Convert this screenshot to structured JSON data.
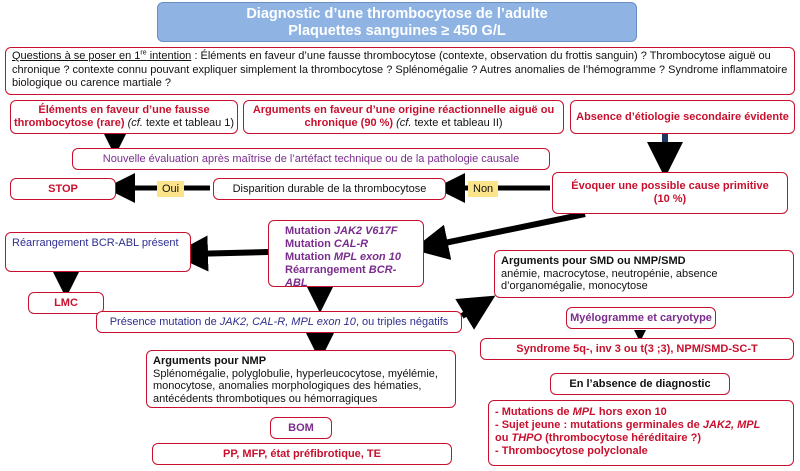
{
  "title": {
    "line1": "Diagnostic d’une thrombocytose de l’adulte",
    "line2": "Plaquettes sanguines ≥ 450 G/L"
  },
  "questions": {
    "lead": "Questions à se poser en 1",
    "sup": "re",
    "lead_tail": " intention",
    "text": " : Éléments en faveur d’une fausse thrombocytose (contexte, observation du frottis sanguin) ? Thrombocytose aiguë ou chronique ? contexte connu pouvant expliquer simplement la thrombocytose ? Splénomégalie ? Autres anomalies de l’hémogramme ? Syndrome inflammatoire biologique ou carence martiale ?"
  },
  "fausse": {
    "red": "Éléments en faveur d’une fausse thrombocytose (rare)",
    "cf": " (cf.",
    "rest": " texte et tableau 1)"
  },
  "reactionnelle": {
    "red": "Arguments en faveur d’une origine réactionnelle aiguë ou chronique (90 %)",
    "cf": " (cf.",
    "rest": " texte et tableau II)"
  },
  "absence": {
    "text": "Absence d’étiologie secondaire évidente"
  },
  "nouvelle": {
    "text": "Nouvelle évaluation après maîtrise de l’artéfact technique ou de la pathologie causale"
  },
  "stop": {
    "text": "STOP"
  },
  "oui": {
    "text": "Oui"
  },
  "non": {
    "text": "Non"
  },
  "disparition": {
    "text": "Disparition durable de la thrombocytose"
  },
  "evoquer": {
    "line1": "Évoquer une possible cause primitive",
    "line2": "(10 %)"
  },
  "mutations": {
    "l1a": "Mutation ",
    "l1b": "JAK2 V617F",
    "l2a": "Mutation ",
    "l2b": "CAL-R",
    "l3a": "Mutation ",
    "l3b": "MPL exon 10",
    "l4a": "Réarrangement ",
    "l4b": "BCR-ABL"
  },
  "bcr": {
    "text": "Réarrangement BCR-ABL présent"
  },
  "lmc": {
    "text": "LMC"
  },
  "smd": {
    "title": "Arguments pour SMD ou NMP/SMD",
    "text": "anémie, macrocytose, neutropénie, absence d’organomégalie, monocytose"
  },
  "myelogramme": {
    "text": "Myélogramme et caryotype"
  },
  "syndrome": {
    "text": "Syndrome 5q-, inv 3 ou t(3 ;3), NPM/SMD-SC-T"
  },
  "presence": {
    "a": "Présence mutation de ",
    "b": "JAK2, CAL-R, MPL exon 10",
    "c": ", ou triples négatifs"
  },
  "nmp": {
    "title": "Arguments pour NMP",
    "text": "Splénomégalie, polyglobulie, hyperleucocytose, myélémie, monocytose, anomalies morphologiques des hématies, antécédents thrombotiques ou hémorragiques"
  },
  "bom": {
    "text": "BOM"
  },
  "pp": {
    "text": "PP, MFP, état préfibrotique, TE"
  },
  "absence_diag": {
    "text": "En l’absence de diagnostic"
  },
  "absence_list": {
    "l1a": "- Mutations de ",
    "l1b": "MPL",
    "l1c": " hors exon 10",
    "l2a": "- Sujet jeune : mutations germinales de ",
    "l2b": "JAK2, MPL",
    "l3a": "ou ",
    "l3b": "THPO",
    "l3c": " (thrombocytose héréditaire ?)",
    "l4": "- Thrombocytose polyclonale"
  }
}
